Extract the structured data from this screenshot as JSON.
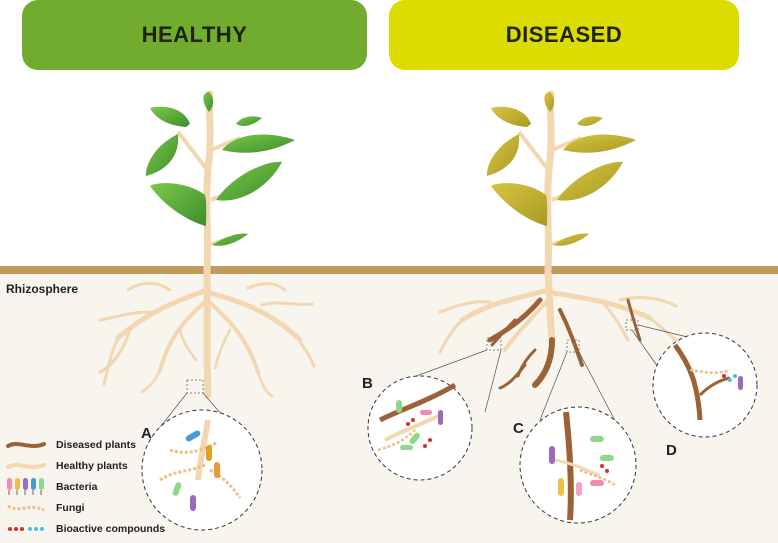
{
  "banners": {
    "healthy": "HEALTHY",
    "diseased": "DISEASED"
  },
  "soil_label": "Rhizosphere",
  "zoom_labels": {
    "a": "A",
    "b": "B",
    "c": "C",
    "d": "D"
  },
  "legend": {
    "diseased_plants": "Diseased plants",
    "healthy_plants": "Healthy plants",
    "bacteria": "Bacteria",
    "fungi": "Fungi",
    "bioactive_compounds": "Bioactive compounds"
  },
  "colors": {
    "healthy_banner": "#72ac2e",
    "diseased_banner": "#dcdc00",
    "soil_line": "#c49a5c",
    "soil_fill": "#f8f4ee",
    "healthy_root": "#f2d7b0",
    "diseased_root": "#9b6237",
    "healthy_leaf": "#5cae3c",
    "diseased_leaf": "#bcae2c"
  }
}
